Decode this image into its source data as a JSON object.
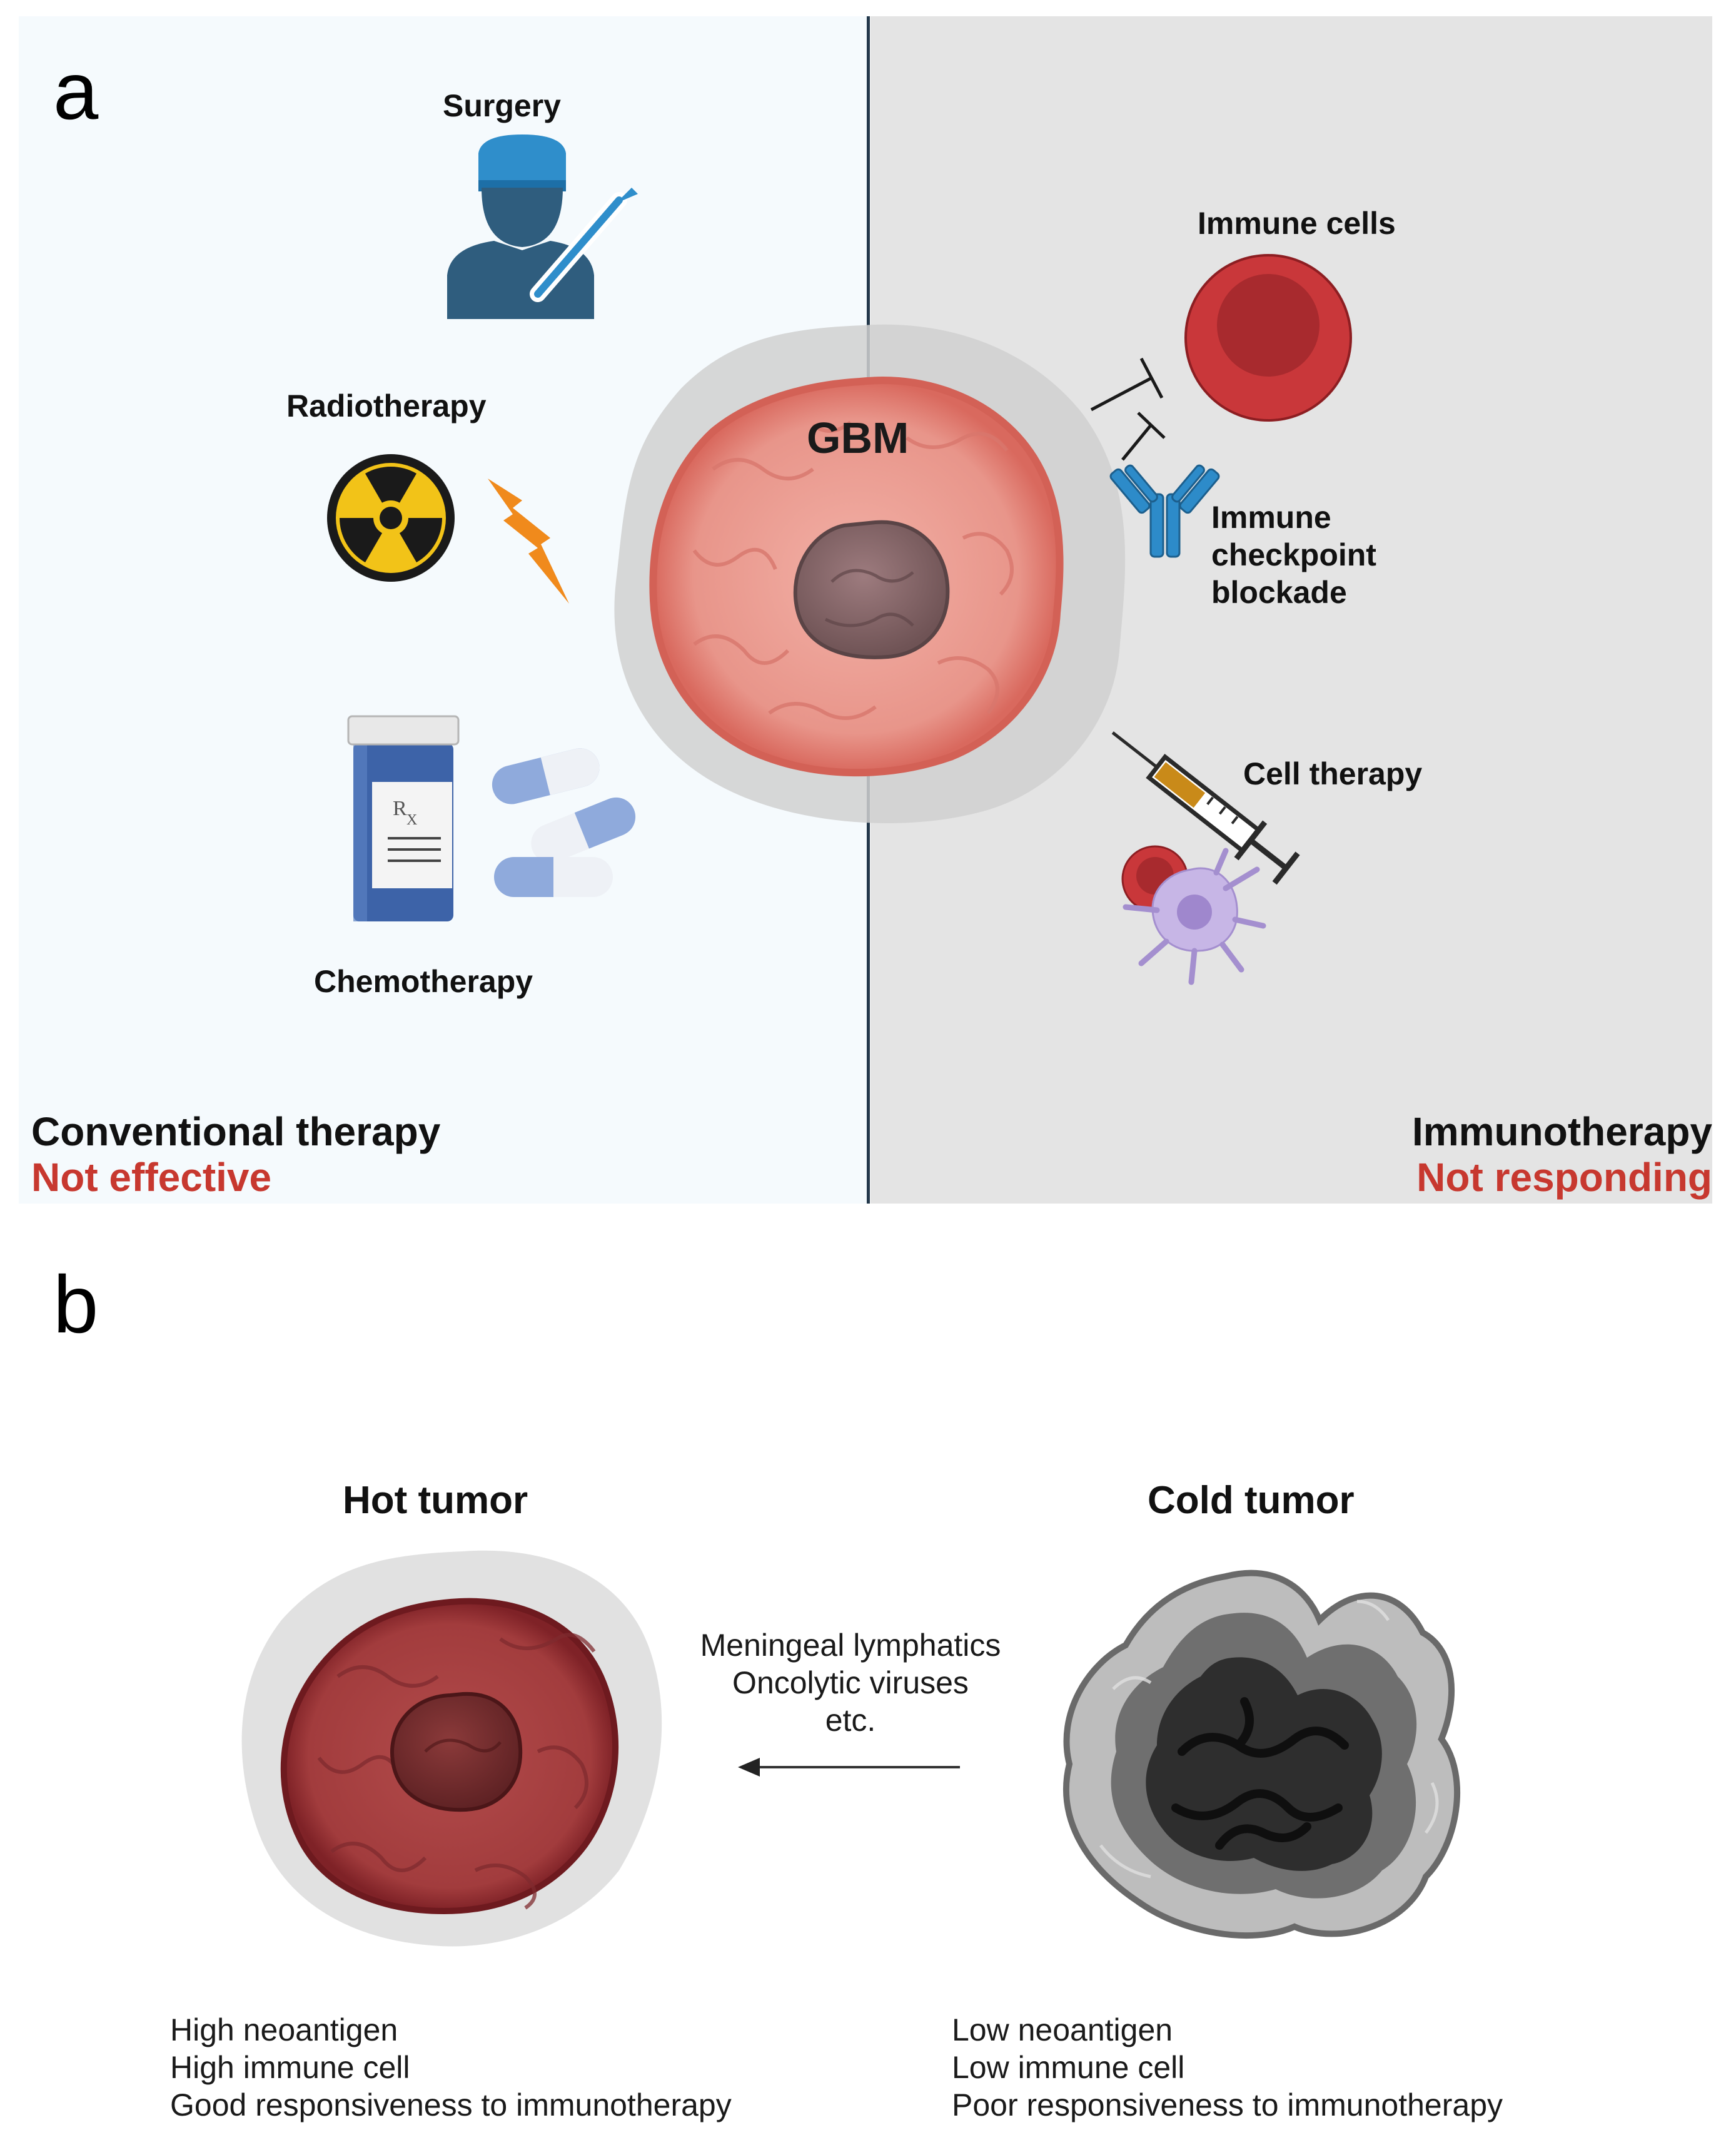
{
  "panel_a": {
    "letter": "a",
    "tumor_label": "GBM",
    "surgery": "Surgery",
    "radiotherapy": "Radiotherapy",
    "chemotherapy": "Chemotherapy",
    "rx_label": "R",
    "rx_sub": "X",
    "immune_cells": "Immune cells",
    "checkpoint": [
      "Immune",
      "checkpoint",
      "blockade"
    ],
    "cell_therapy": "Cell therapy",
    "left_title": "Conventional therapy",
    "left_status": "Not effective",
    "right_title": "Immunotherapy",
    "right_status": "Not responding"
  },
  "panel_b": {
    "letter": "b",
    "hot_title": "Hot tumor",
    "cold_title": "Cold tumor",
    "arrow_text": [
      "Meningeal lymphatics",
      "Oncolytic viruses",
      "etc."
    ],
    "hot_desc": [
      "High neoantigen",
      "High immune cell",
      "Good responsiveness to immunotherapy"
    ],
    "cold_desc": [
      "Low neoantigen",
      "Low immune cell",
      "Poor responsiveness to immunotherapy"
    ]
  },
  "colors": {
    "status_red": "#c7382f",
    "left_bg": "#f5fafd",
    "right_bg": "#e4e4e4",
    "tumor_pink": "#ec9b92",
    "hot_tumor": "#a53d3d",
    "cold_tumor": "#3a3a3a"
  }
}
